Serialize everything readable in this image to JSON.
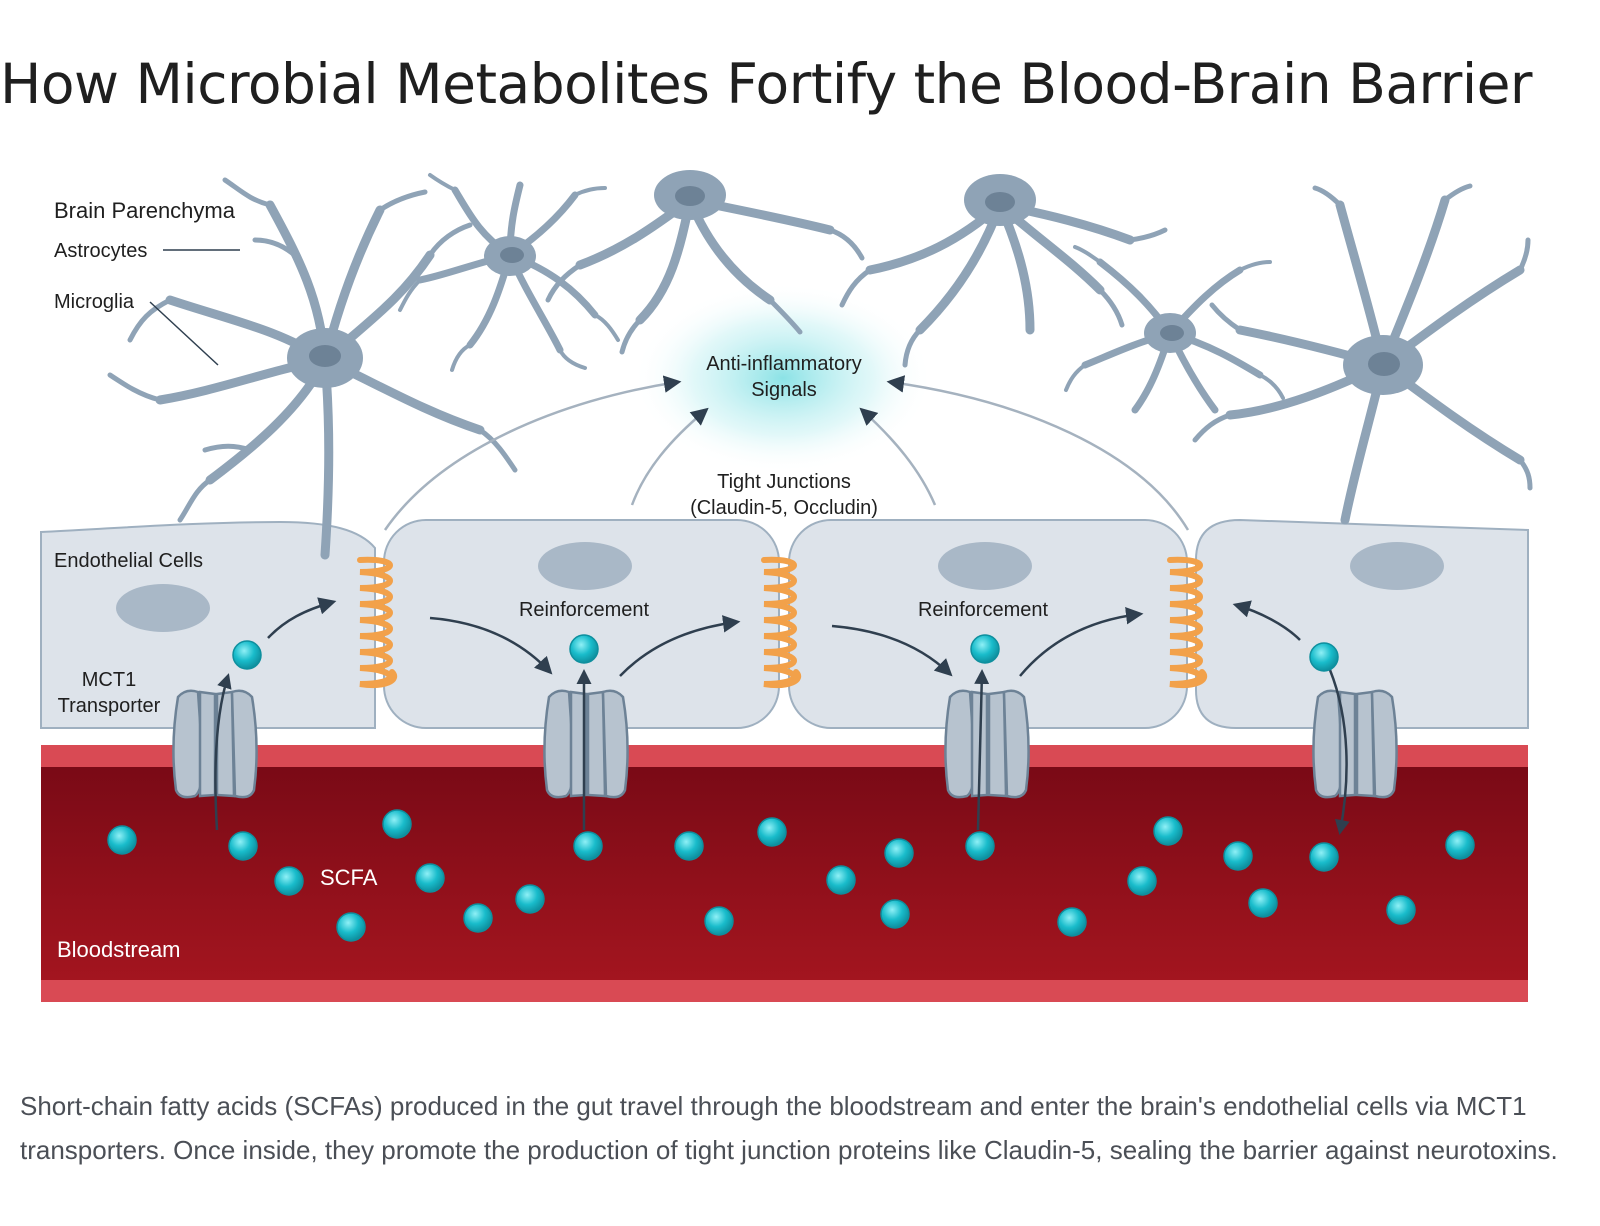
{
  "title": "How Microbial Metabolites Fortify the Blood-Brain Barrier",
  "labels": {
    "brain_parenchyma": "Brain Parenchyma",
    "astrocytes": "Astrocytes",
    "microglia": "Microglia",
    "anti_inflammatory_1": "Anti-inflammatory",
    "anti_inflammatory_2": "Signals",
    "tight_junctions_1": "Tight Junctions",
    "tight_junctions_2": "(Claudin-5, Occludin)",
    "endothelial_cells": "Endothelial Cells",
    "mct1_1": "MCT1",
    "mct1_2": "Transporter",
    "reinforcement_1": "Reinforcement",
    "reinforcement_2": "Reinforcement",
    "scfa": "SCFA",
    "bloodstream": "Bloodstream"
  },
  "caption": "Short-chain fatty acids (SCFAs) produced in the gut travel through the bloodstream and enter the brain's endothelial cells via MCT1 transporters. Once inside, they promote the production of tight junction proteins like Claudin-5, sealing the barrier against neurotoxins.",
  "colors": {
    "cell_fill": "#dde3ea",
    "cell_stroke": "#8fa3b6",
    "astrocyte": "#8fa3b6",
    "blood_dark": "#8a0f1c",
    "blood_edge": "#d94a54",
    "scfa": "#18b8c8",
    "tight_junction": "#f2a14a",
    "arrow": "#2f3f4f"
  }
}
